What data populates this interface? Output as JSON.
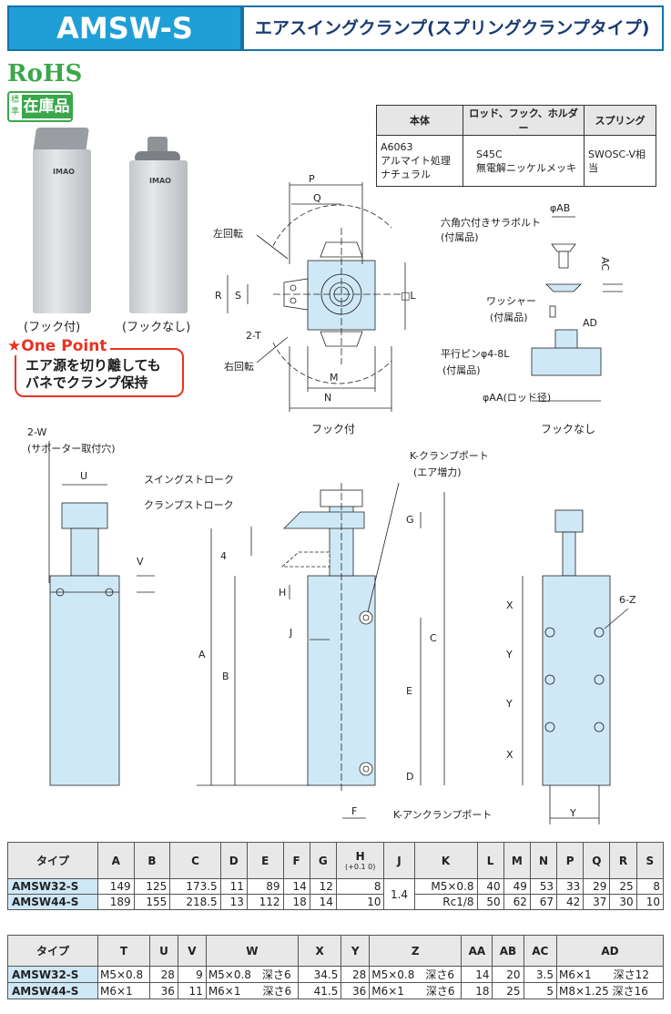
{
  "header": {
    "model": "AMSW-S",
    "title": "エアスイングクランプ(スプリングクランプタイプ)"
  },
  "badges": {
    "rohs": "RoHS",
    "stock_small": "標準",
    "stock": "在庫品"
  },
  "materials": {
    "headers": [
      "本体",
      "ロッド、フック、ホルダー",
      "スプリング"
    ],
    "body": [
      "A6063",
      "アルマイト処理",
      "ナチュラル"
    ],
    "rod": [
      "S45C",
      "無電解ニッケルメッキ"
    ],
    "spring": "SWOSC-V相当"
  },
  "photos": {
    "hook": "(フック付)",
    "nohook": "(フックなし)",
    "brand": "IMAO"
  },
  "onepoint": {
    "title": "★One Point",
    "line1": "エア源を切り離しても",
    "line2": "バネでクランプ保持"
  },
  "drawing_labels": {
    "p": "P",
    "q": "Q",
    "left_rot": "左回転",
    "right_rot": "右回転",
    "r": "R",
    "s": "S",
    "t": "2-T",
    "l": "□L",
    "m": "M",
    "n": "N",
    "hooked": "フック付",
    "nohook": "フックなし",
    "bolt1": "六角穴付きサラボルト",
    "bolt2": "(付属品)",
    "ab": "φAB",
    "ac": "AC",
    "washer1": "ワッシャー",
    "washer2": "(付属品)",
    "ad": "AD",
    "pin1": "平行ピンφ4-8L",
    "pin2": "(付属品)",
    "aa": "φAA(ロッド径)",
    "w1": "2-W",
    "w2": "(サポーター取付穴)",
    "u": "U",
    "v": "V",
    "swing": "スイングストローク",
    "clamp": "クランプストローク",
    "four": "4",
    "a": "A",
    "b": "B",
    "kport1": "K-クランプポート",
    "kport2": "(エア増力)",
    "g": "G",
    "h": "H",
    "j": "J",
    "c": "C",
    "e": "E",
    "d": "D",
    "f": "F",
    "kunclamp": "K-アンクランプポート",
    "x": "X",
    "y": "Y",
    "z": "6-Z"
  },
  "spec1": {
    "headers": [
      "タイプ",
      "A",
      "B",
      "C",
      "D",
      "E",
      "F",
      "G",
      "H",
      "J",
      "K",
      "L",
      "M",
      "N",
      "P",
      "Q",
      "R",
      "S"
    ],
    "h_tol": "(+0.1 0)",
    "j_shared": "1.4",
    "rows": [
      {
        "type": "AMSW32-S",
        "vals": [
          "149",
          "125",
          "173.5",
          "11",
          "89",
          "14",
          "12",
          "8",
          "M5×0.8",
          "40",
          "49",
          "53",
          "33",
          "29",
          "25",
          "8"
        ]
      },
      {
        "type": "AMSW44-S",
        "vals": [
          "189",
          "155",
          "218.5",
          "13",
          "112",
          "18",
          "14",
          "10",
          "Rc1/8",
          "50",
          "62",
          "67",
          "42",
          "37",
          "30",
          "10"
        ]
      }
    ]
  },
  "spec2": {
    "headers": [
      "タイプ",
      "T",
      "U",
      "V",
      "W",
      "X",
      "Y",
      "Z",
      "AA",
      "AB",
      "AC",
      "AD"
    ],
    "rows": [
      {
        "type": "AMSW32-S",
        "t": "M5×0.8",
        "u": "28",
        "v": "9",
        "w": "M5×0.8　深さ6",
        "x": "34.5",
        "y": "28",
        "z": "M5×0.8　深さ6",
        "aa": "14",
        "ab": "20",
        "ac": "3.5",
        "ad": "M6×1　　深さ12"
      },
      {
        "type": "AMSW44-S",
        "t": "M6×1",
        "u": "36",
        "v": "11",
        "w": "M6×1　　深さ6",
        "x": "41.5",
        "y": "36",
        "z": "M6×1　　深さ6",
        "aa": "18",
        "ab": "25",
        "ac": "5",
        "ad": "M8×1.25 深さ16"
      }
    ]
  },
  "colors": {
    "accent": "#1f9fd6",
    "part_fill": "#cfe8f6",
    "rohs_green": "#3aa74a",
    "onepoint_red": "#e83324"
  }
}
